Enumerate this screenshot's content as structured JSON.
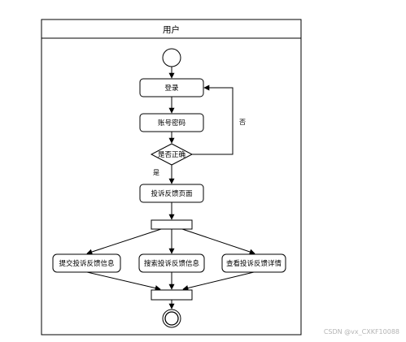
{
  "swimlane": {
    "title": "用户"
  },
  "nodes": {
    "login": "登录",
    "credentials": "账号密码",
    "decision": "是否正确",
    "complaint_page": "投诉反馈页面",
    "submit": "提交投诉反馈信息",
    "search": "搜索投诉反馈信息",
    "view": "查看投诉反馈详情"
  },
  "edge_labels": {
    "yes": "是",
    "no": "否"
  },
  "watermark": "CSDN @vx_CXKF10088"
}
